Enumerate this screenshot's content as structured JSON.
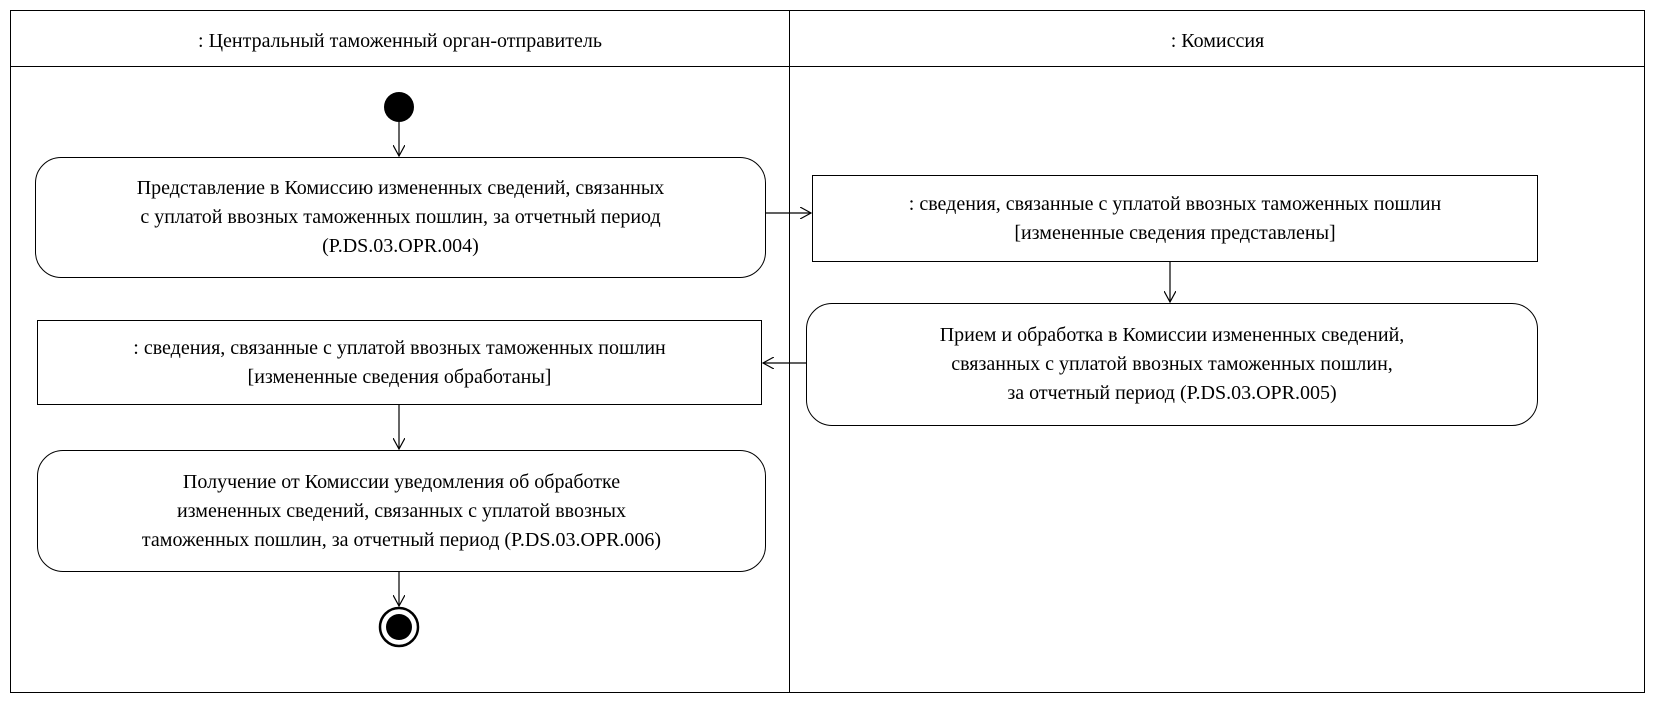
{
  "lanes": [
    {
      "title": ": Центральный таможенный орган-отправитель"
    },
    {
      "title": ": Комиссия"
    }
  ],
  "actions": [
    {
      "lines": [
        "Представление в Комиссию измененных сведений, связанных",
        "с уплатой ввозных таможенных пошлин, за отчетный период",
        "(P.DS.03.OPR.004)"
      ]
    },
    {
      "lines": [
        "Прием и обработка в Комиссии измененных сведений,",
        "связанных с уплатой ввозных таможенных пошлин,",
        "за отчетный период  (P.DS.03.OPR.005)"
      ]
    },
    {
      "lines": [
        "Получение от Комиссии уведомления об обработке",
        "измененных сведений, связанных с уплатой ввозных",
        "таможенных пошлин, за отчетный период (P.DS.03.OPR.006)"
      ]
    }
  ],
  "objects": [
    {
      "name": ": сведения, связанные с уплатой ввозных таможенных пошлин",
      "state": "[измененные сведения представлены]"
    },
    {
      "name": ": сведения, связанные с уплатой ввозных таможенных пошлин",
      "state": "[измененные сведения обработаны]"
    }
  ]
}
